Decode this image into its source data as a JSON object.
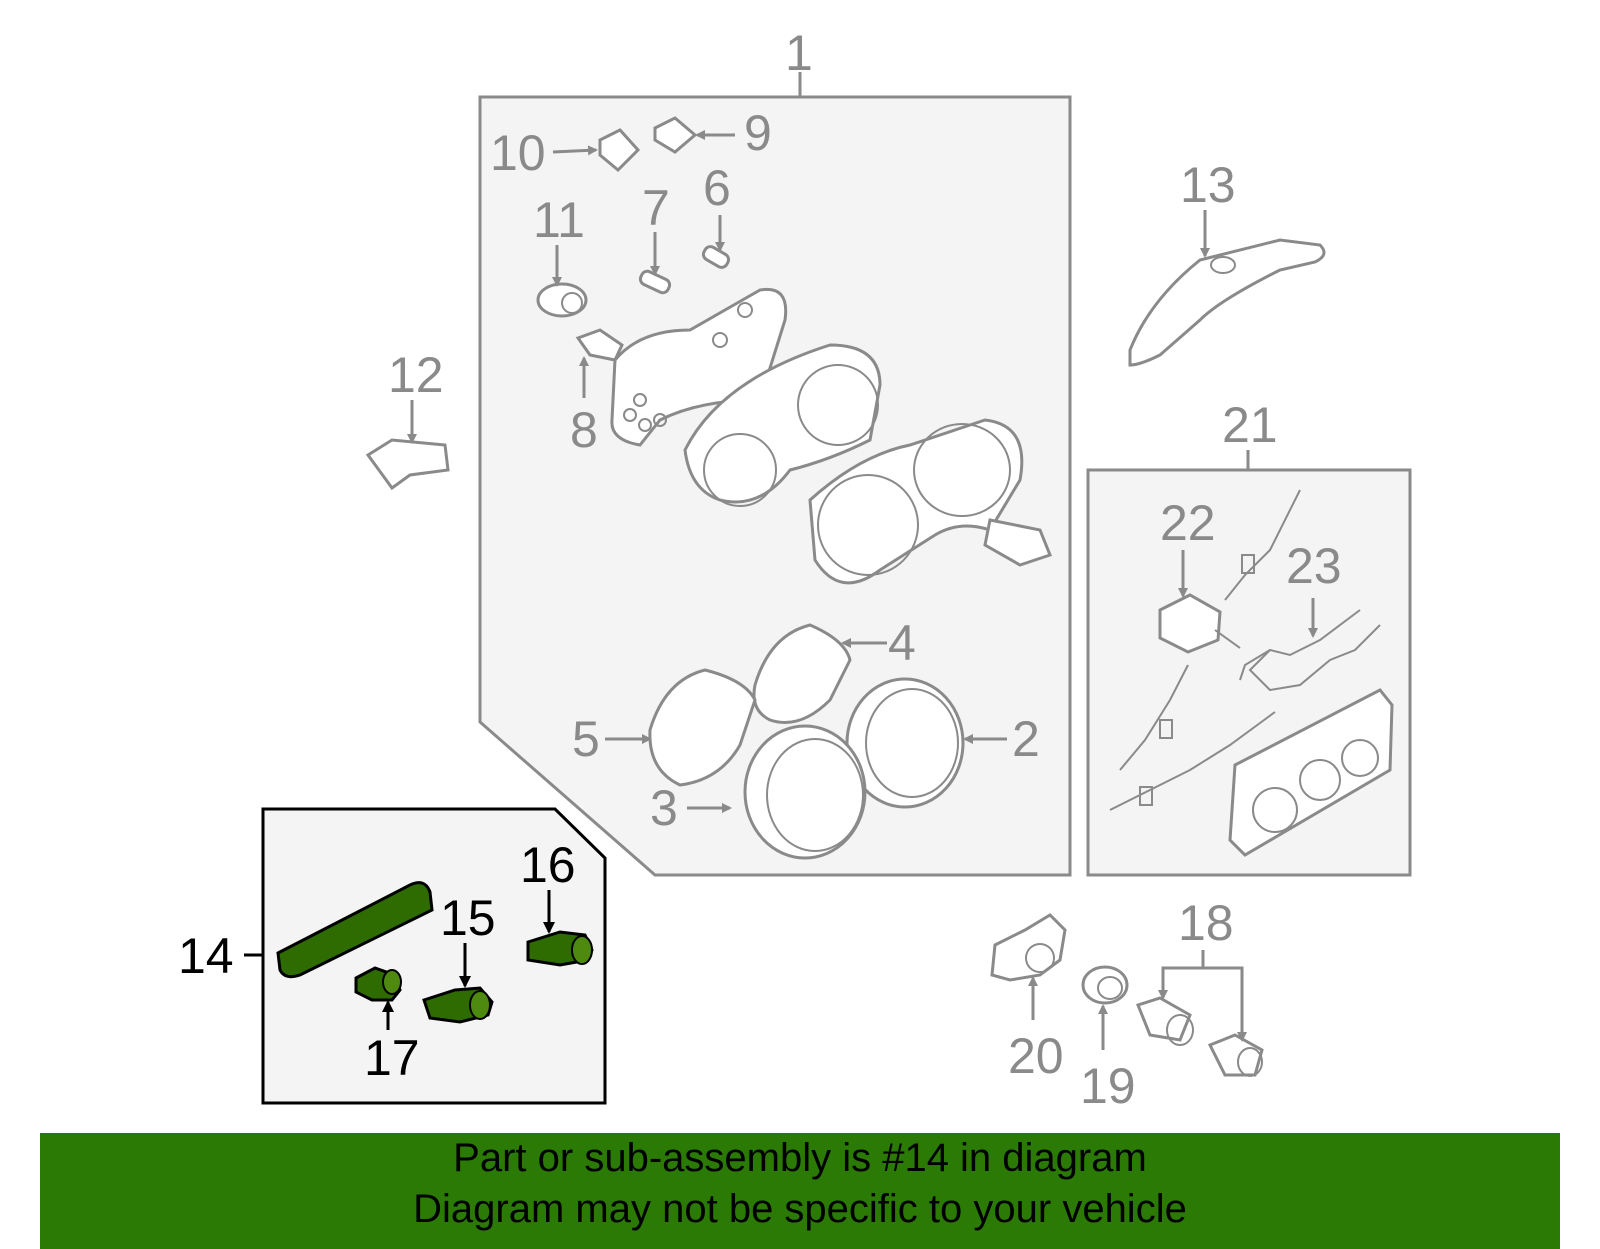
{
  "callouts": {
    "c1": "1",
    "c2": "2",
    "c3": "3",
    "c4": "4",
    "c5": "5",
    "c6": "6",
    "c7": "7",
    "c8": "8",
    "c9": "9",
    "c10": "10",
    "c11": "11",
    "c12": "12",
    "c13": "13",
    "c14": "14",
    "c15": "15",
    "c16": "16",
    "c17": "17",
    "c18": "18",
    "c19": "19",
    "c20": "20",
    "c21": "21",
    "c22": "22",
    "c23": "23"
  },
  "highlighted_part": "14",
  "colors": {
    "highlight_fill": "#2e6b00",
    "banner_bg": "#2a7a05",
    "part_line": "#8a8a8a",
    "panel_bg": "#f4f4f4"
  },
  "banner": {
    "line1": "Part or sub-assembly is #14 in diagram",
    "line2": "Diagram may not be specific to your vehicle"
  }
}
